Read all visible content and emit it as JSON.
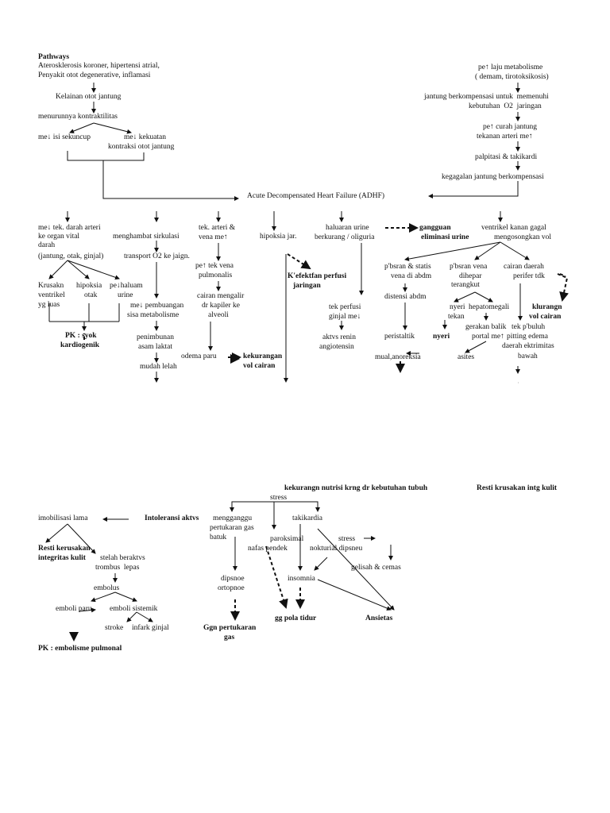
{
  "top": {
    "pathways": "Pathways",
    "left_causes_1": "Aterosklerosis koroner, hipertensi atrial,",
    "left_causes_2": "Penyakit otot degenerative, inflamasi",
    "kelainan": "Kelainan otot jantung",
    "menurunnya": "menurunnya kontraktilitas",
    "isi_sekuncup": "me↓ isi sekuncup",
    "kekuatan_1": "me↓ kekuatan",
    "kekuatan_2": "kontraksi otot jantung",
    "right_1": "pe↑ laju metabolisme",
    "right_2": "( demam, tirotoksikosis)",
    "right_3": "jantung berkompensasi untuk  memenuhi",
    "right_4": "kebutuhan  O2  jaringan",
    "right_5": "pe↑ curah jantung",
    "right_6": "tekanan arteri me↑",
    "right_7": "palpitasi & takikardi",
    "right_8": "kegagalan jantung berkompensasi",
    "adhf": "Acute Decompensated Heart Failure (ADHF)"
  },
  "cols": {
    "c1_1": "me↓ tek. darah arteri",
    "c1_2": "ke organ vital",
    "c1_3": "darah",
    "c1_4": "(jantung, otak, ginjal)",
    "c1_krusak_1": "Krusakn",
    "c1_krusak_2": "ventrikel",
    "c1_krusak_3": "yg luas",
    "c1_hipo_1": "hipoksia",
    "c1_hipo_2": "otak",
    "c1_hal_1": "pe↓haluam",
    "c1_hal_2": "urine",
    "c1_pk_1": "PK : syok",
    "c1_pk_2": "kardiogenik",
    "c2_1": "menghambat sirkulasi",
    "c2_2": "transport O2 ke jaign.",
    "c2_3": "me↓ pembuangan",
    "c2_4": "sisa metabolisme",
    "c2_5": "penimbunan",
    "c2_6": "asam laktat",
    "c2_7": "mudah lelah",
    "c3_1": "tek. arteri &",
    "c3_2": "vena me↑",
    "c3_3": "pe↑ tek vena",
    "c3_4": "pulmonalis",
    "c3_5": "cairan mengalir",
    "c3_6": "dr kapiler ke",
    "c3_7": "alveoli",
    "c3_8": "odema paru",
    "c3_9": "kekurangan",
    "c3_10": "vol cairan",
    "c4_1": "hipoksia jar.",
    "c4_2": "K'efektfan perfusi",
    "c4_3": "jaringan",
    "c5_1": "haluaran urine",
    "c5_2": "berkurang / oliguria",
    "c5_3": "gangguan",
    "c5_4": "eliminasi urine",
    "c5_5": "tek perfusi",
    "c5_6": "ginjal me↓",
    "c5_7": "aktvs renin",
    "c5_8": "angiotensin",
    "c6_1": "ventrikel kanan gagal",
    "c6_2": "mengosongkan vol",
    "c6_3": "p'bsran & statis",
    "c6_4": "vena di abdm",
    "c6_5": "distensi abdm",
    "c6_6": "peristaltik",
    "c6_7": "mual,anoreksia",
    "c6_8": "p'bsran vena",
    "c6_9": "dihepar",
    "c6_10": "terangkut",
    "c6_11": "nyeri",
    "c6_12": "tekan",
    "c6_13": "nyeri",
    "c6_14": "hepatomegali",
    "c6_15": "gerakan balik",
    "c6_16": "portal me↑",
    "c6_17": "asites",
    "c6_18": "cairan daerah",
    "c6_19": "perifer tdk",
    "c6_20": "klurangn",
    "c6_21": "vol cairan",
    "c6_22": "tek p'buluh",
    "c6_23": "pitting edema",
    "c6_24": "daerah ektrimitas",
    "c6_25": "bawah"
  },
  "bottom": {
    "nutrisi": "kekurangn nutrisi krng dr kebutuhan tubuh",
    "resti_kulit": "Resti krusakan intg kulit",
    "stress1": "stress",
    "imobil": "imobilisasi lama",
    "intoleransi": "Intoleransi aktvs",
    "mengganggu_1": "mengganggu",
    "mengganggu_2": "pertukaran gas",
    "batuk": "batuk",
    "takikardia": "takikardia",
    "paroksimal": "paroksimal",
    "nafas": "nafas pendek",
    "stress2": "stress",
    "nokturial": "nokturial dipsneu",
    "resti_1": "Resti kerusakan",
    "resti_2": "integritas kulit",
    "stelah": "stelah beraktvs",
    "trombus": "trombus  lepas",
    "embolus": "embolus",
    "emb_paru": "emboli paru",
    "emb_sis": "emboli sistemik",
    "stroke": "stroke",
    "infark": "infark ginjal",
    "pk_emb": "PK : embolisme pulmonal",
    "dipsnoe_1": "dipsnoe",
    "dipsnoe_2": "ortopnoe",
    "insomnia": "insomnia",
    "gelisah": "gelisah & cemas",
    "ggn_1": "Ggn pertukaran",
    "ggn_2": "gas",
    "gg_tidur": "gg pola tidur",
    "ansietas": "Ansietas"
  }
}
